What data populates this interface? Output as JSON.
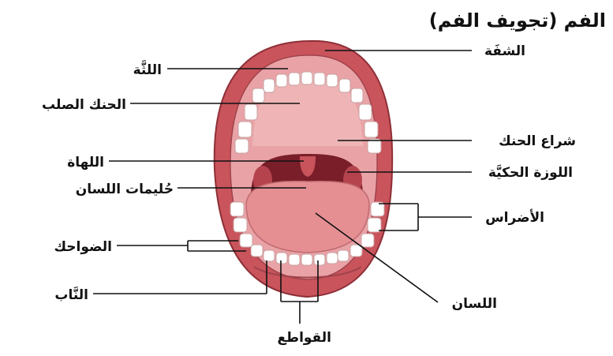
{
  "title": "الفم (تجويف الفم)",
  "labels": {
    "lip": "الشفَة",
    "gum": "اللثَّة",
    "hard_palate": "الحنك الصلب",
    "soft_palate": "شراع الحنك",
    "uvula": "اللهاة",
    "palatine_tonsil": "اللوزة الحكيَّة",
    "tongue_papillae": "حُليمات اللسان",
    "molars": "الأضراس",
    "premolars": "الضواحك",
    "canine": "النَّاب",
    "tongue": "اللسان",
    "incisors": "القواطع"
  },
  "colors": {
    "lip": "#c9545c",
    "lip_dark": "#8e2f37",
    "cavity": "#e9a3a7",
    "palate": "#efb5b6",
    "throat": "#7a1f2a",
    "tongue": "#e58f93",
    "teeth": "#ffffff",
    "leader": "#111111"
  }
}
